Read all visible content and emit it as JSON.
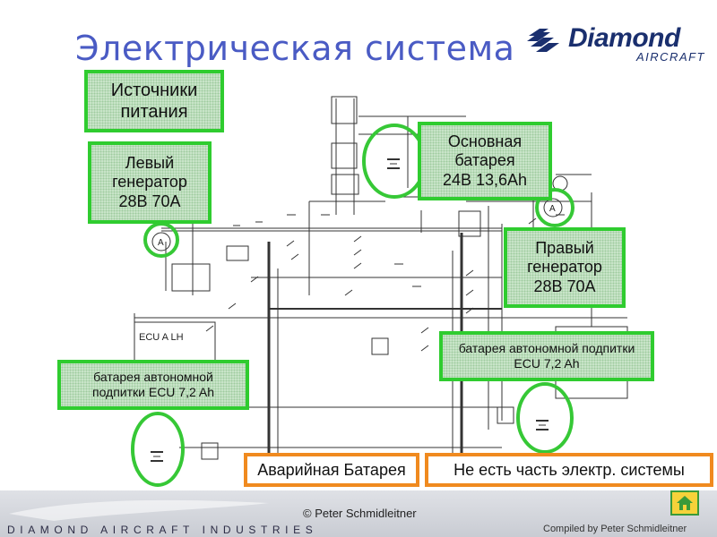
{
  "title": "Электрическая система",
  "logo": {
    "name": "Diamond",
    "sub": "AIRCRAFT"
  },
  "callouts": {
    "sources": "Источники\nпитания",
    "left_gen": "Левый\nгенератор\n28В 70А",
    "main_battery": "Основная\nбатарея\n24В 13,6Ah",
    "right_gen": "Правый\nгенератор\n28В 70А",
    "ecu_battery_right": "батарея автономной подпитки\nECU 7,2 Ah",
    "ecu_battery_left": "батарея автономной\nподпитки ECU 7,2 Ah"
  },
  "orange_boxes": {
    "emergency_battery": "Аварийная Батарея",
    "not_part": "Не есть часть электр. системы"
  },
  "schematic": {
    "ecu_label": "ECU A LH",
    "ammeter_symbol": "A"
  },
  "footer": {
    "company": "DIAMOND AIRCRAFT INDUSTRIES",
    "copyright": "© Peter Schmidleitner",
    "compiled": "Compiled by Peter Schmidleitner"
  },
  "colors": {
    "title": "#4a5bc4",
    "green_border": "#2fcc2f",
    "orange_border": "#f08a1f",
    "logo_navy": "#1a2f6e"
  }
}
